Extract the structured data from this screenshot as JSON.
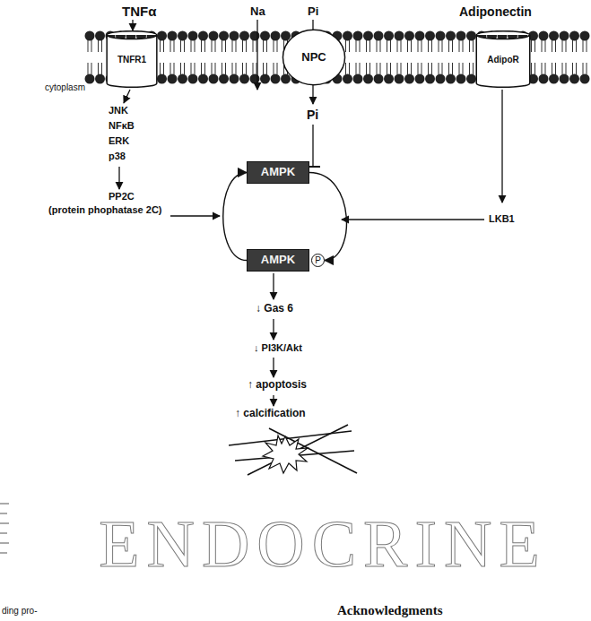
{
  "diagram": {
    "nodes": [
      {
        "text": [
          "TNFR1"
        ]
      },
      {
        "text": [
          "NPC"
        ]
      },
      {
        "text": [
          "AdipoR"
        ]
      },
      {
        "text": [
          "AMPK"
        ]
      },
      {
        "text": [
          "AMPK",
          "P"
        ]
      }
    ],
    "edges": [
      {
        "from": 3,
        "to": 4,
        "arrow": "to"
      },
      {
        "from": 4,
        "to": 3,
        "arrow": "to"
      }
    ],
    "labels": [
      "TNFα",
      "Na",
      "Pi",
      "Adiponectin",
      "cytoplasm",
      "JNK",
      "NFκB",
      "ERK",
      "p38",
      "PP2C",
      "(protein phophatase 2C)",
      "Pi",
      "LKB1",
      "↓ Gas 6",
      "↓ PI3K/Akt",
      "↑ apoptosis",
      "↑ calcification",
      "ENDOCRINE",
      "Acknowledgments",
      "ding pro-"
    ]
  }
}
